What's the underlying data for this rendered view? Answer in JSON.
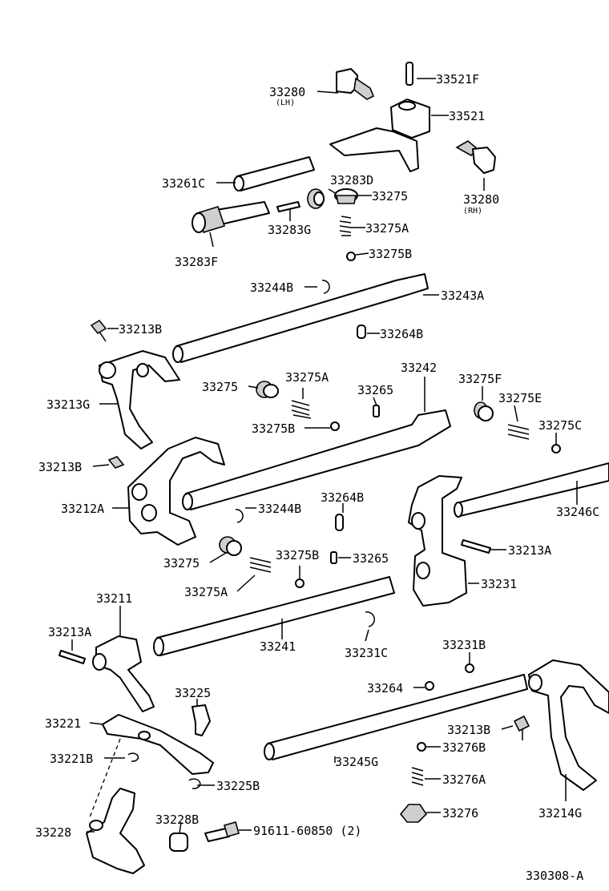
{
  "diagram_id": "330308-A",
  "labels": [
    {
      "id": "l1",
      "text": "33280",
      "sub": "(LH)"
    },
    {
      "id": "l2",
      "text": "33521F"
    },
    {
      "id": "l3",
      "text": "33521"
    },
    {
      "id": "l4",
      "text": "33280",
      "sub": "(RH)"
    },
    {
      "id": "l5",
      "text": "33261C"
    },
    {
      "id": "l6",
      "text": "33283D"
    },
    {
      "id": "l7",
      "text": "33275"
    },
    {
      "id": "l8",
      "text": "33283G"
    },
    {
      "id": "l9",
      "text": "33275A"
    },
    {
      "id": "l10",
      "text": "33283F"
    },
    {
      "id": "l11",
      "text": "33275B"
    },
    {
      "id": "l12",
      "text": "33244B"
    },
    {
      "id": "l13",
      "text": "33243A"
    },
    {
      "id": "l14",
      "text": "33213B"
    },
    {
      "id": "l15",
      "text": "33264B"
    },
    {
      "id": "l16",
      "text": "33213G"
    },
    {
      "id": "l17",
      "text": "33275"
    },
    {
      "id": "l18",
      "text": "33275A"
    },
    {
      "id": "l19",
      "text": "33265"
    },
    {
      "id": "l20",
      "text": "33242"
    },
    {
      "id": "l21",
      "text": "33275F"
    },
    {
      "id": "l22",
      "text": "33275E"
    },
    {
      "id": "l23",
      "text": "33275B"
    },
    {
      "id": "l24",
      "text": "33275C"
    },
    {
      "id": "l25",
      "text": "33213B"
    },
    {
      "id": "l26",
      "text": "33212A"
    },
    {
      "id": "l27",
      "text": "33264B"
    },
    {
      "id": "l28",
      "text": "33244B"
    },
    {
      "id": "l29",
      "text": "33246C"
    },
    {
      "id": "l30",
      "text": "33213A"
    },
    {
      "id": "l31",
      "text": "33275"
    },
    {
      "id": "l32",
      "text": "33275B"
    },
    {
      "id": "l33",
      "text": "33265"
    },
    {
      "id": "l34",
      "text": "33275A"
    },
    {
      "id": "l35",
      "text": "33231"
    },
    {
      "id": "l36",
      "text": "33211"
    },
    {
      "id": "l37",
      "text": "33213A"
    },
    {
      "id": "l38",
      "text": "33241"
    },
    {
      "id": "l39",
      "text": "33231C"
    },
    {
      "id": "l40",
      "text": "33231B"
    },
    {
      "id": "l41",
      "text": "33264"
    },
    {
      "id": "l42",
      "text": "33225"
    },
    {
      "id": "l43",
      "text": "33221"
    },
    {
      "id": "l44",
      "text": "33213B"
    },
    {
      "id": "l45",
      "text": "33221B"
    },
    {
      "id": "l46",
      "text": "33245G"
    },
    {
      "id": "l47",
      "text": "33276B"
    },
    {
      "id": "l48",
      "text": "33225B"
    },
    {
      "id": "l49",
      "text": "33276A"
    },
    {
      "id": "l50",
      "text": "33228B"
    },
    {
      "id": "l51",
      "text": "33276"
    },
    {
      "id": "l52",
      "text": "33228"
    },
    {
      "id": "l53",
      "text": "91611-60850 (2)"
    },
    {
      "id": "l54",
      "text": "33214G"
    }
  ]
}
